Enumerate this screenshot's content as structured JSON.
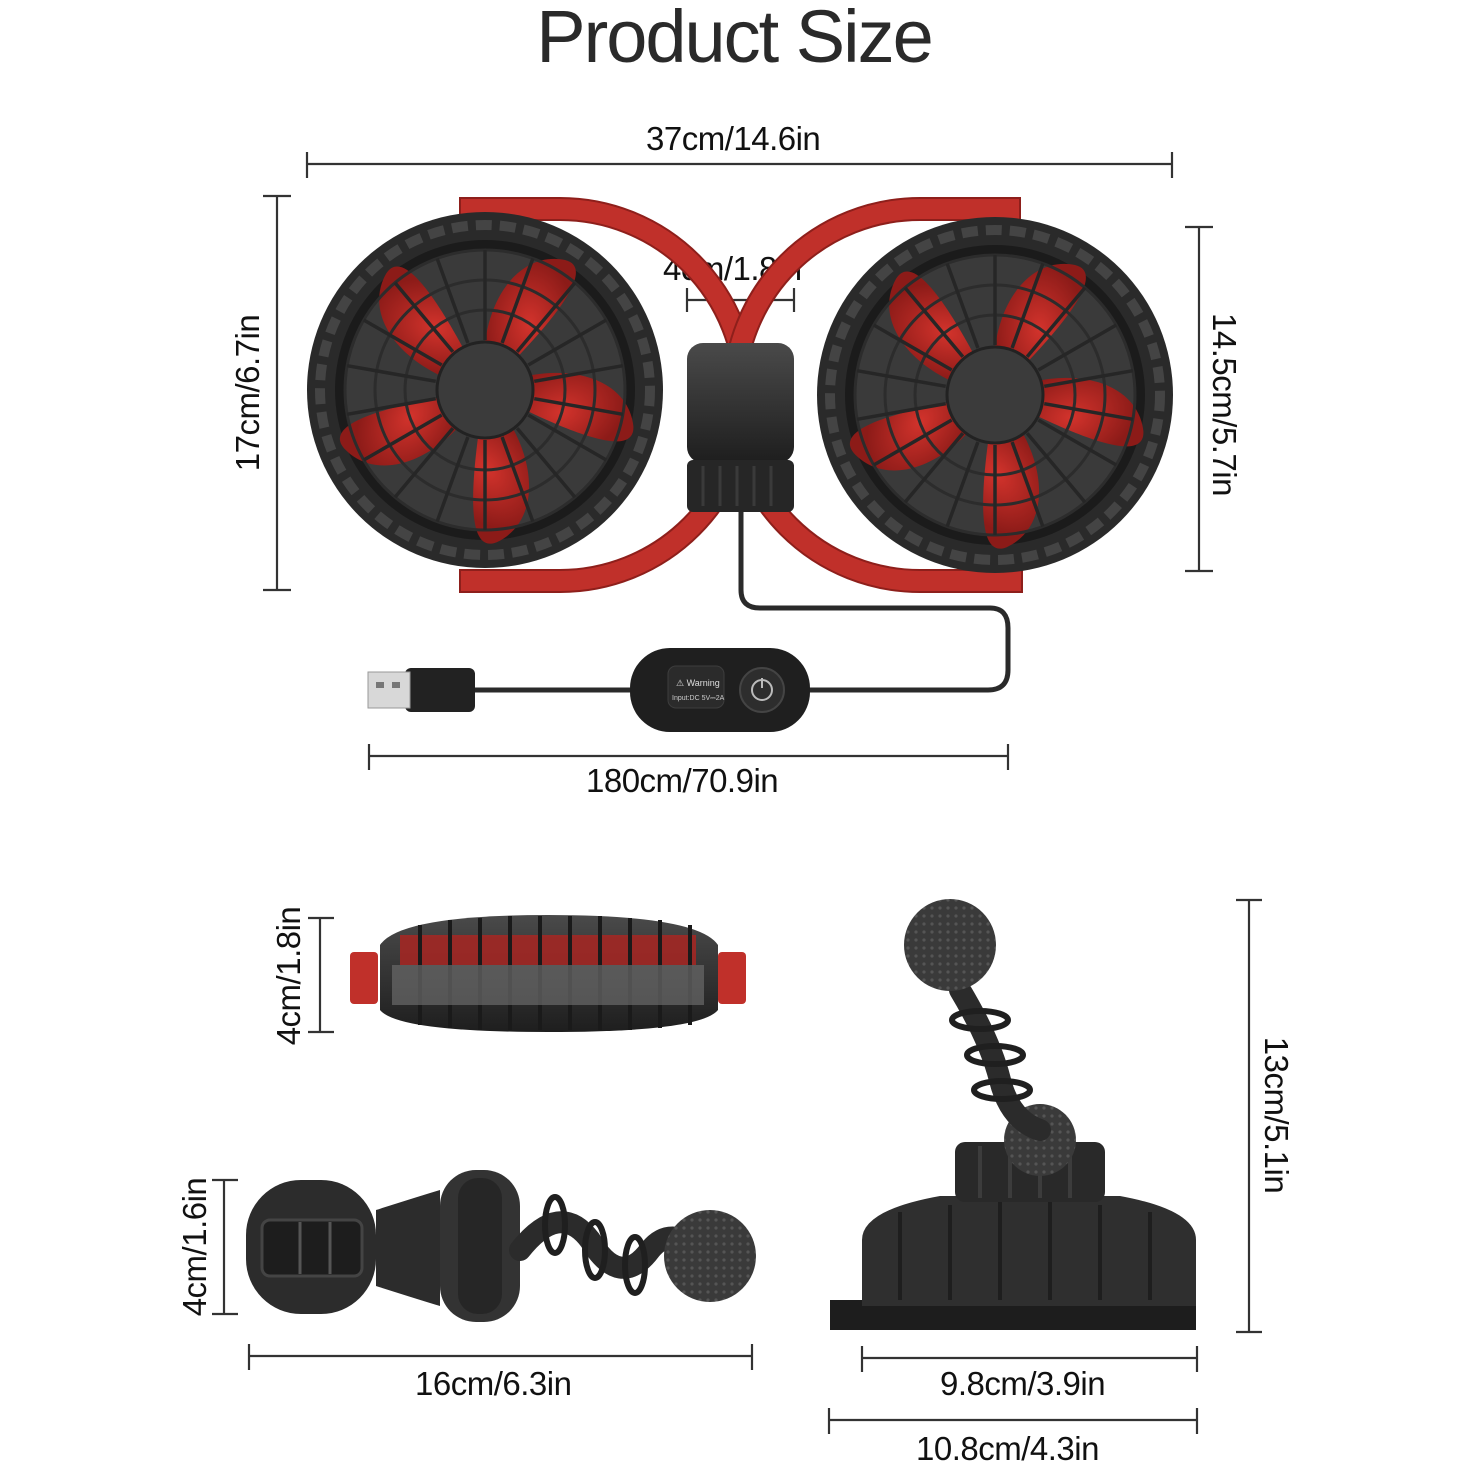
{
  "title": "Product Size",
  "dimensions": {
    "fan_width": "37cm/14.6in",
    "fan_height": "17cm/6.7in",
    "fan_head_diameter": "14.5cm/5.7in",
    "hub_width": "4cm/1.8in",
    "cable_length": "180cm/70.9in",
    "fan_thickness": "4cm/1.8in",
    "clip_height": "4cm/1.6in",
    "clip_length": "16cm/6.3in",
    "suction_height": "13cm/5.1in",
    "suction_base_width": "9.8cm/3.9in",
    "suction_total_width": "10.8cm/4.3in"
  },
  "switch_box": {
    "warning_label": "Warning",
    "input_label": "Input:DC 5V⎓2A"
  },
  "colors": {
    "accent_red": "#c0302a",
    "body_dark": "#2f2f2f",
    "dimension_line": "#333333"
  }
}
